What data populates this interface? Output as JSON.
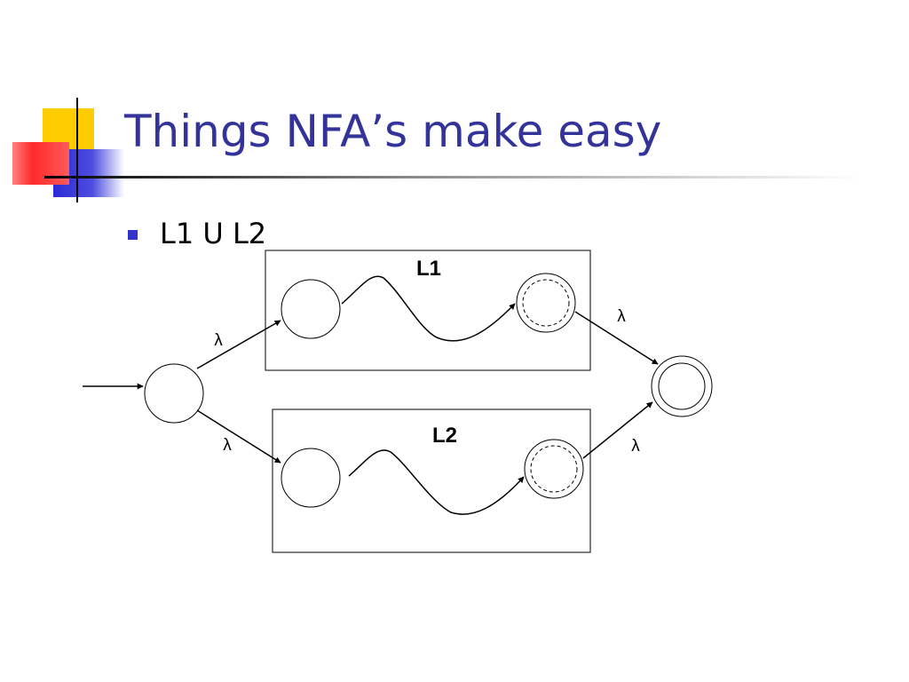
{
  "slide": {
    "title": "Things NFA’s make easy",
    "bullet": "L1 U L2"
  },
  "diagram": {
    "box1_label": "L1",
    "box2_label": "L2",
    "edges": {
      "start_to_l1": "λ",
      "start_to_l2": "λ",
      "l1_to_final": "λ",
      "l2_to_final": "λ"
    }
  },
  "colors": {
    "title": "#333399",
    "bullet": "#3333cc",
    "deco_yellow": "#ffcc00",
    "deco_red": "#ff3333",
    "deco_blue": "#3333cc"
  }
}
